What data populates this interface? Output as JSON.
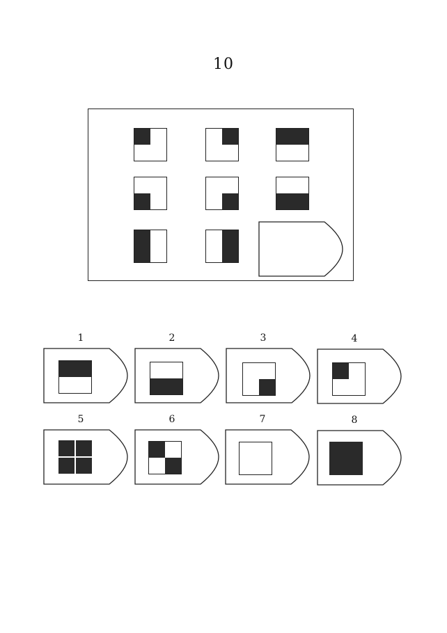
{
  "page": {
    "number": "10"
  },
  "matrix": {
    "cells": [
      {
        "row": 1,
        "col": 1,
        "fill": "top-left-quadrant"
      },
      {
        "row": 1,
        "col": 2,
        "fill": "top-right-quadrant"
      },
      {
        "row": 1,
        "col": 3,
        "fill": "top-half"
      },
      {
        "row": 2,
        "col": 1,
        "fill": "bottom-left-quadrant"
      },
      {
        "row": 2,
        "col": 2,
        "fill": "bottom-right-quadrant"
      },
      {
        "row": 2,
        "col": 3,
        "fill": "bottom-half"
      },
      {
        "row": 3,
        "col": 1,
        "fill": "left-half"
      },
      {
        "row": 3,
        "col": 2,
        "fill": "right-half"
      },
      {
        "row": 3,
        "col": 3,
        "fill": "missing"
      }
    ]
  },
  "options": [
    {
      "label": "1",
      "fill": "top-half"
    },
    {
      "label": "2",
      "fill": "bottom-half"
    },
    {
      "label": "3",
      "fill": "bottom-right-quadrant"
    },
    {
      "label": "4",
      "fill": "top-left-quadrant"
    },
    {
      "label": "5",
      "fill": "four-quadrants-with-white-cross"
    },
    {
      "label": "6",
      "fill": "top-left-and-bottom-right-quadrants"
    },
    {
      "label": "7",
      "fill": "empty"
    },
    {
      "label": "8",
      "fill": "full"
    }
  ],
  "colors": {
    "ink": "#2a2a2a",
    "line": "#222222",
    "paper": "#ffffff"
  }
}
